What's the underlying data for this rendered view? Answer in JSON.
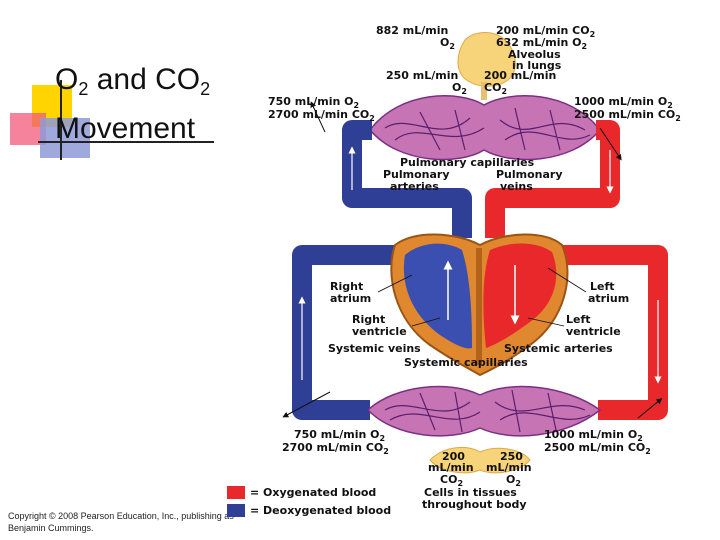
{
  "slide": {
    "title_o": "O",
    "title_o_sub": "2",
    "title_mid": " and CO",
    "title_co_sub": "2",
    "title_line2": "Movement",
    "copyright_line1": "Copyright © 2008 Pearson Education, Inc., publishing as",
    "copyright_line2": "Benjamin Cummings."
  },
  "diagram": {
    "top": {
      "left_o2_a": "882 mL/min",
      "left_o2_b": "O",
      "right_co2_a": "200 mL/min CO",
      "right_o2_a": "632 mL/min O",
      "alveolus_1": "Alveolus",
      "alveolus_2": "in lungs",
      "left_o2_c": "250 mL/min",
      "right_co2_b": "200 mL/min",
      "o2": "O",
      "co2": "CO",
      "sub2": "2"
    },
    "upper_left_flow": {
      "o2": "750 mL/min O",
      "co2": "2700 mL/min CO"
    },
    "upper_right_flow": {
      "o2": "1000 mL/min O",
      "co2": "2500 mL/min CO"
    },
    "lower_left_flow": {
      "o2": "750 mL/min O",
      "co2": "2700 mL/min CO"
    },
    "lower_right_flow": {
      "o2": "1000 mL/min O",
      "co2": "2500 mL/min CO"
    },
    "labels": {
      "pulmonary_capillaries": "Pulmonary capillaries",
      "pulmonary_arteries_1": "Pulmonary",
      "pulmonary_arteries_2": "arteries",
      "pulmonary_veins_1": "Pulmonary",
      "pulmonary_veins_2": "veins",
      "right_atrium_1": "Right",
      "right_atrium_2": "atrium",
      "left_atrium_1": "Left",
      "left_atrium_2": "atrium",
      "right_ventricle_1": "Right",
      "right_ventricle_2": "ventricle",
      "left_ventricle_1": "Left",
      "left_ventricle_2": "ventricle",
      "systemic_veins": "Systemic veins",
      "systemic_arteries": "Systemic arteries",
      "systemic_capillaries": "Systemic capillaries"
    },
    "bottom": {
      "val_200": "200",
      "val_250": "250",
      "unit_left": "mL/min",
      "unit_right": "mL/min",
      "co2": "CO",
      "o2": "O",
      "sub2": "2",
      "cells_1": "Cells in tissues",
      "cells_2": "throughout body"
    },
    "legend": {
      "oxygenated": "= Oxygenated blood",
      "deoxygenated": "= Deoxygenated blood",
      "oxygenated_color": "#e8282b",
      "deoxygenated_color": "#2f3f95"
    }
  }
}
